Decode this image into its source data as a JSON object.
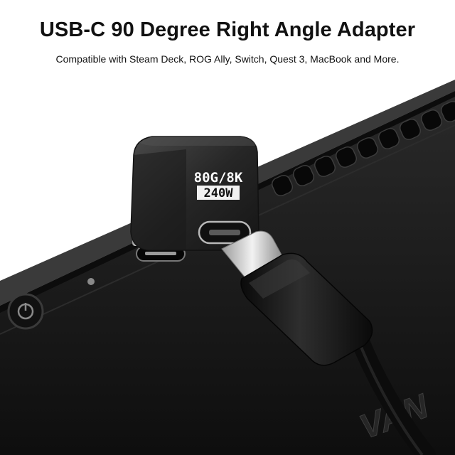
{
  "header": {
    "title": "USB-C 90 Degree Right Angle Adapter",
    "subtitle": "Compatible with Steam Deck, ROG Ally, Switch, Quest 3, MacBook and More."
  },
  "adapter": {
    "spec_line_1": "80G/8K",
    "spec_line_2": "240W"
  },
  "device": {
    "brand_text": "VAN"
  },
  "colors": {
    "background": "#ffffff",
    "device_body": "#1c1c1c",
    "adapter_body": "#2a2a2a",
    "label_text": "#ffffff",
    "cable": "#141414",
    "metal": "#d8d8d8"
  }
}
